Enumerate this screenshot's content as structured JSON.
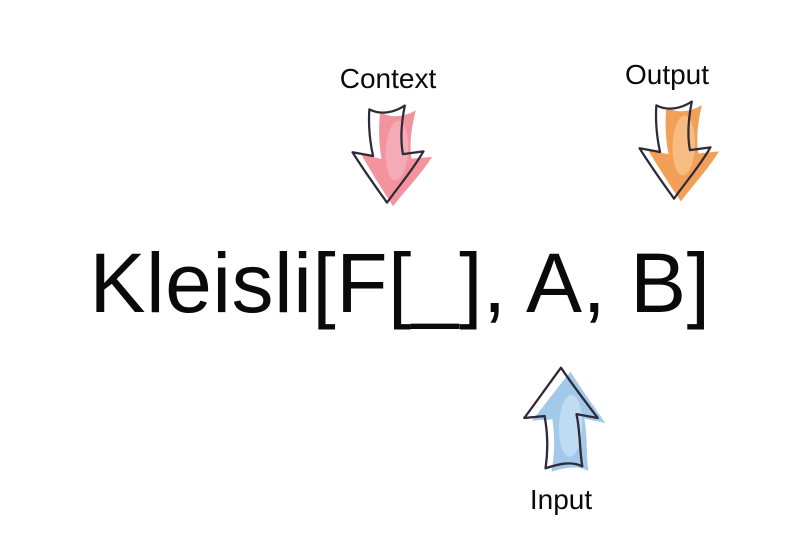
{
  "diagram": {
    "title": "Kleisli[F[_], A, B]",
    "annotations": {
      "context": {
        "label": "Context",
        "direction": "down"
      },
      "output": {
        "label": "Output",
        "direction": "down"
      },
      "input": {
        "label": "Input",
        "direction": "up"
      }
    },
    "colors": {
      "background": "#ffffff",
      "text": "#0a0a0a",
      "arrow_outline": "#2e2a38",
      "context_fill": "#f2939e",
      "context_highlight": "#f5abb5",
      "output_fill": "#f2a057",
      "output_highlight": "#f6bc82",
      "input_fill": "#a2c9e9",
      "input_highlight": "#bfdcf3"
    }
  }
}
